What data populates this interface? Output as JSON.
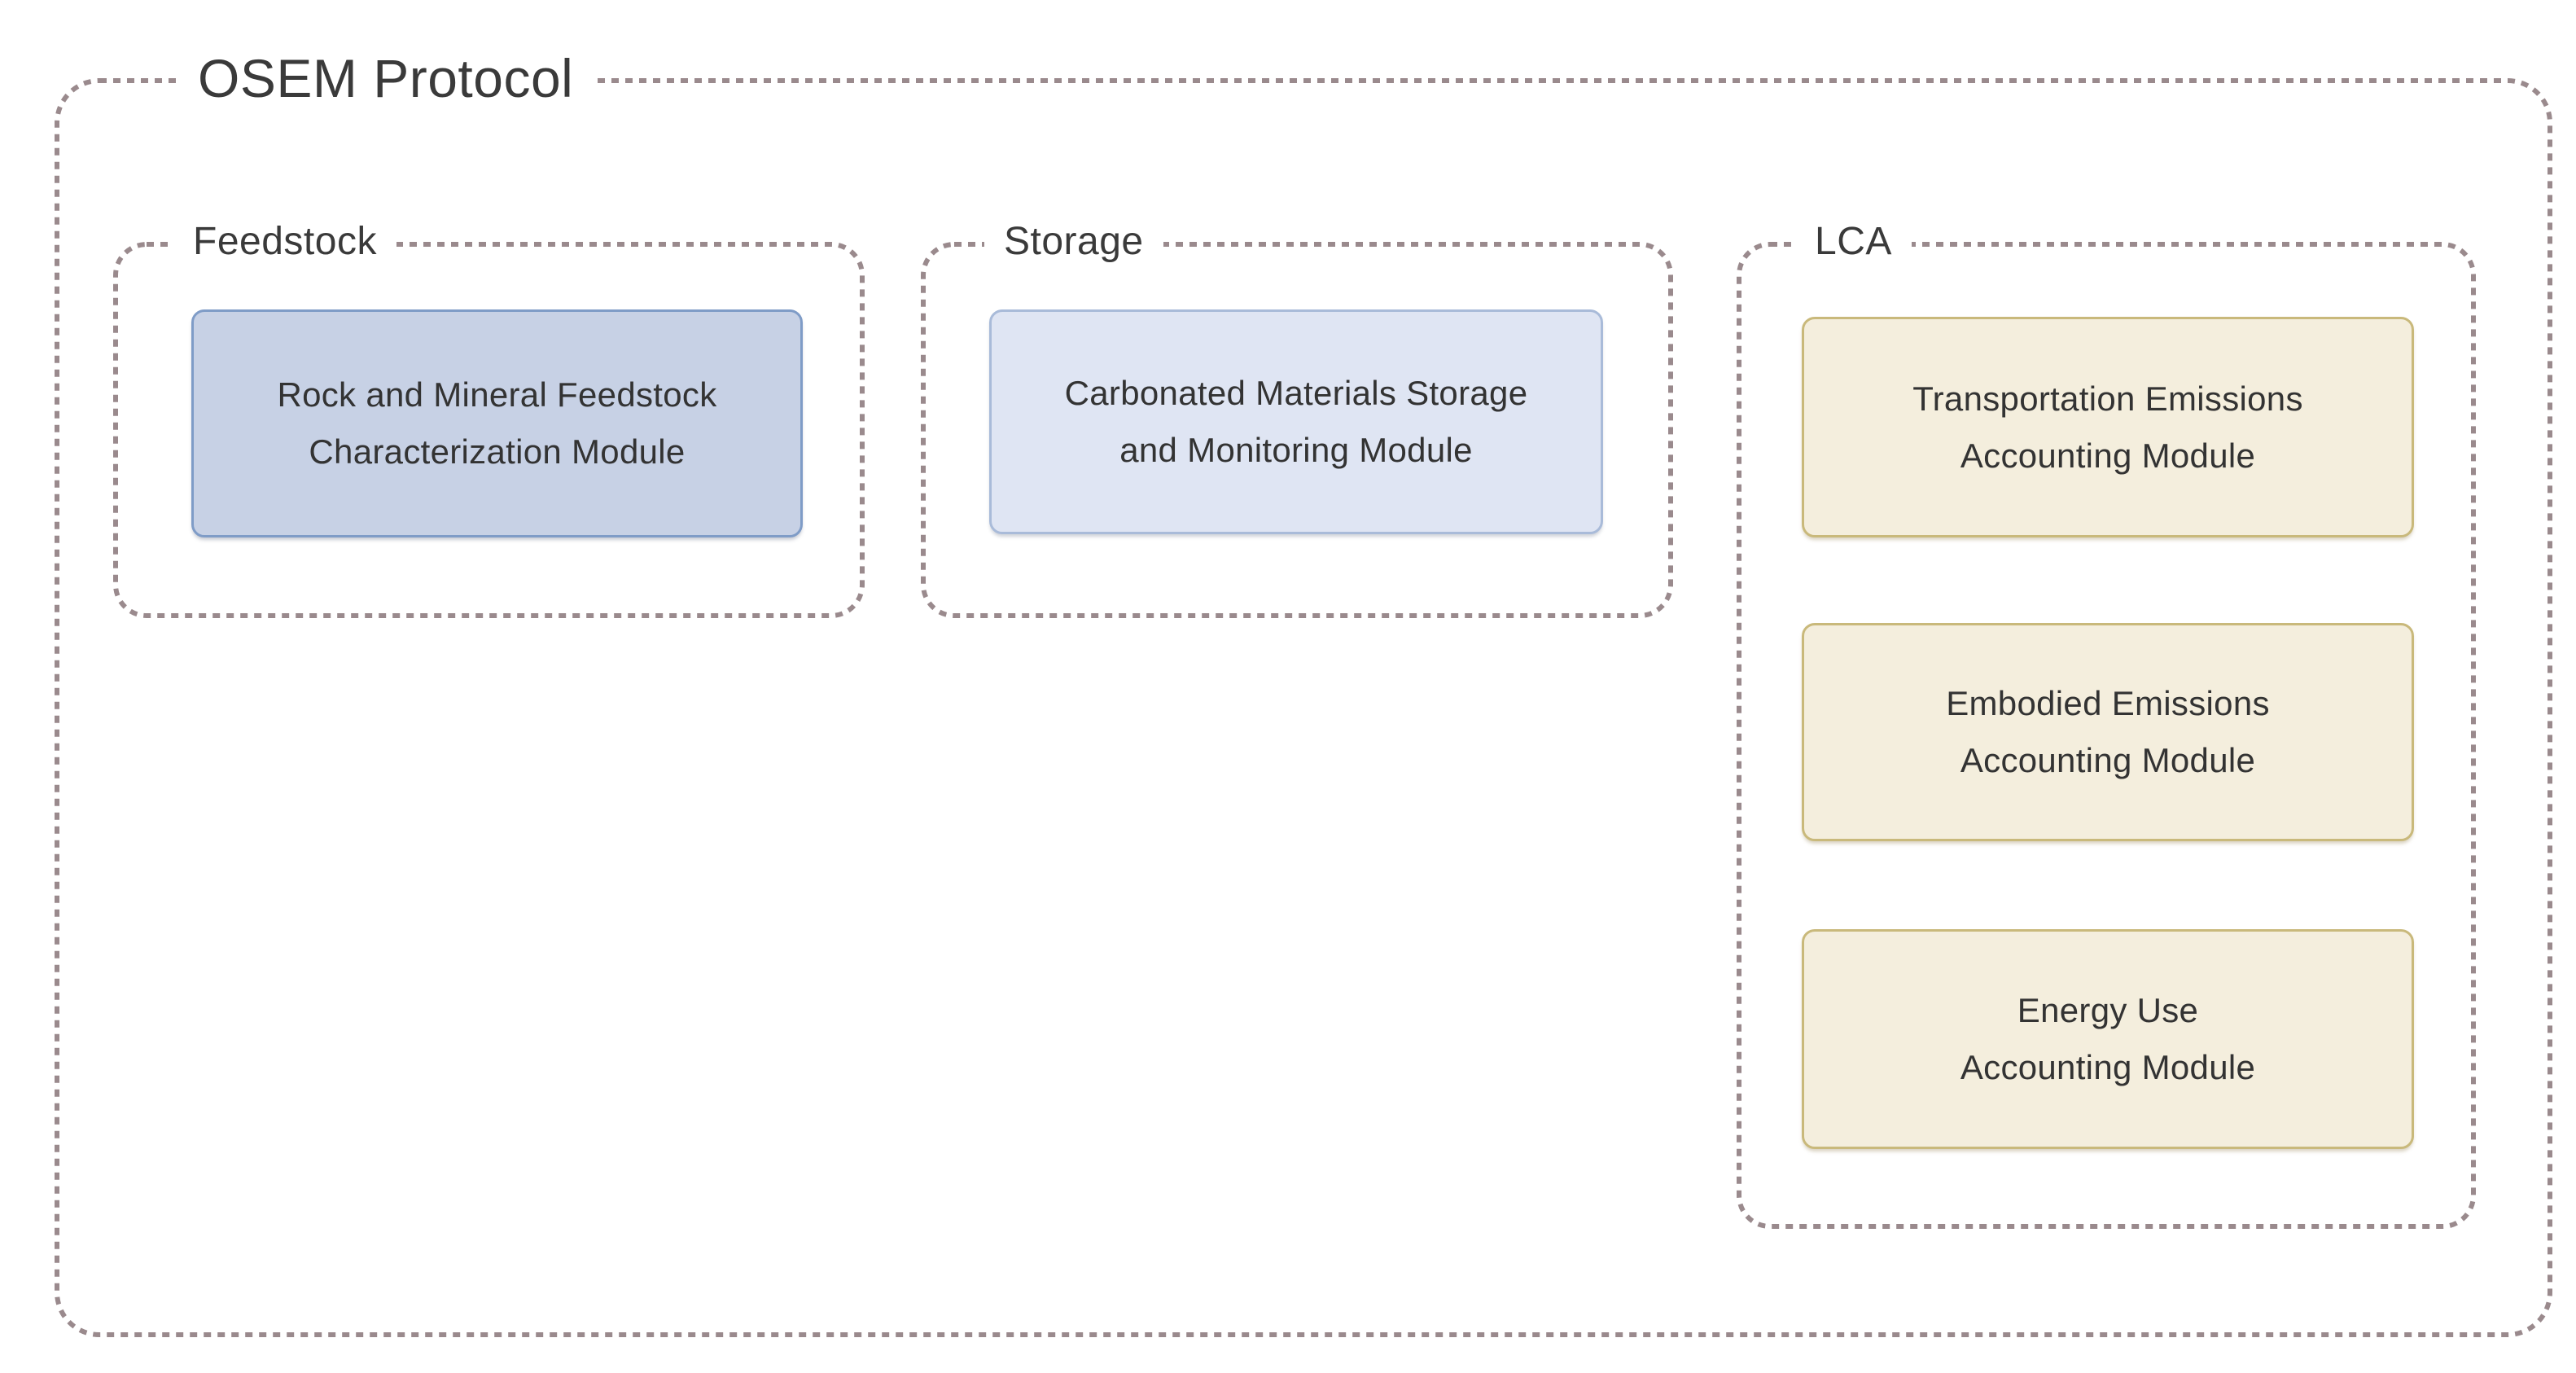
{
  "title": "OSEM Protocol",
  "colors": {
    "bg": "#ffffff",
    "dash": "#9a8a8d",
    "text": "#3a3a3a",
    "module_text": "#333333",
    "feedstock_fill": "#c7d1e5",
    "feedstock_border": "#7f9cc7",
    "storage_fill": "#dfe5f3",
    "storage_border": "#a9bbd9",
    "lca_fill": "#f4eedd",
    "lca_border": "#c9b97b"
  },
  "groups": {
    "feedstock": {
      "label": "Feedstock",
      "modules": [
        {
          "lines": [
            "Rock and Mineral Feedstock",
            "Characterization Module"
          ]
        }
      ]
    },
    "storage": {
      "label": "Storage",
      "modules": [
        {
          "lines": [
            "Carbonated Materials Storage",
            "and Monitoring Module"
          ]
        }
      ]
    },
    "lca": {
      "label": "LCA",
      "modules": [
        {
          "lines": [
            "Transportation Emissions",
            "Accounting Module"
          ]
        },
        {
          "lines": [
            "Embodied Emissions",
            "Accounting Module"
          ]
        },
        {
          "lines": [
            "Energy Use",
            "Accounting Module"
          ]
        }
      ]
    }
  }
}
